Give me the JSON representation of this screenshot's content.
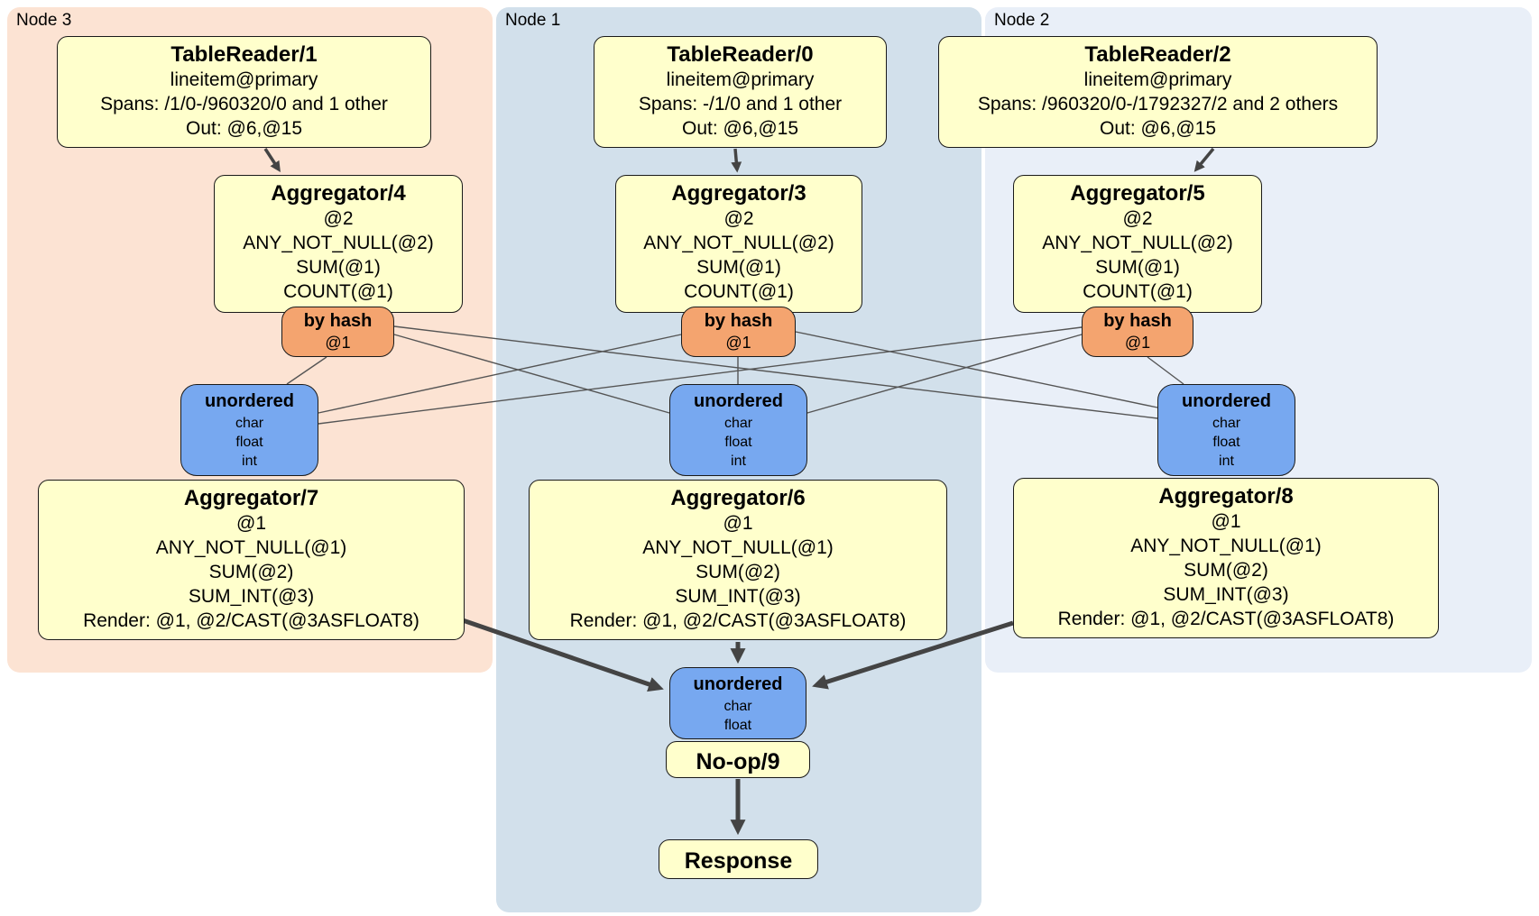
{
  "nodes": [
    {
      "label": "Node 3",
      "table_reader": {
        "title": "TableReader/1",
        "lines": [
          "lineitem@primary",
          "Spans: /1/0-/960320/0 and 1 other",
          "Out: @6,@15"
        ]
      },
      "aggregator_top": {
        "title": "Aggregator/4",
        "lines": [
          "@2",
          "ANY_NOT_NULL(@2)",
          "SUM(@1)",
          "COUNT(@1)"
        ]
      },
      "router": {
        "title": "by hash",
        "key": "@1"
      },
      "sync": {
        "title": "unordered",
        "columns": [
          "char",
          "float",
          "int"
        ]
      },
      "aggregator_bottom": {
        "title": "Aggregator/7",
        "lines": [
          "@1",
          "ANY_NOT_NULL(@1)",
          "SUM(@2)",
          "SUM_INT(@3)",
          "Render: @1, @2/CAST(@3ASFLOAT8)"
        ]
      }
    },
    {
      "label": "Node 1",
      "table_reader": {
        "title": "TableReader/0",
        "lines": [
          "lineitem@primary",
          "Spans: -/1/0 and 1 other",
          "Out: @6,@15"
        ]
      },
      "aggregator_top": {
        "title": "Aggregator/3",
        "lines": [
          "@2",
          "ANY_NOT_NULL(@2)",
          "SUM(@1)",
          "COUNT(@1)"
        ]
      },
      "router": {
        "title": "by hash",
        "key": "@1"
      },
      "sync": {
        "title": "unordered",
        "columns": [
          "char",
          "float",
          "int"
        ]
      },
      "aggregator_bottom": {
        "title": "Aggregator/6",
        "lines": [
          "@1",
          "ANY_NOT_NULL(@1)",
          "SUM(@2)",
          "SUM_INT(@3)",
          "Render: @1, @2/CAST(@3ASFLOAT8)"
        ]
      }
    },
    {
      "label": "Node 2",
      "table_reader": {
        "title": "TableReader/2",
        "lines": [
          "lineitem@primary",
          "Spans: /960320/0-/1792327/2 and 2 others",
          "Out: @6,@15"
        ]
      },
      "aggregator_top": {
        "title": "Aggregator/5",
        "lines": [
          "@2",
          "ANY_NOT_NULL(@2)",
          "SUM(@1)",
          "COUNT(@1)"
        ]
      },
      "router": {
        "title": "by hash",
        "key": "@1"
      },
      "sync": {
        "title": "unordered",
        "columns": [
          "char",
          "float",
          "int"
        ]
      },
      "aggregator_bottom": {
        "title": "Aggregator/8",
        "lines": [
          "@1",
          "ANY_NOT_NULL(@1)",
          "SUM(@2)",
          "SUM_INT(@3)",
          "Render: @1, @2/CAST(@3ASFLOAT8)"
        ]
      }
    }
  ],
  "final": {
    "sync": {
      "title": "unordered",
      "columns": [
        "char",
        "float"
      ]
    },
    "noop": {
      "title": "No-op/9"
    },
    "response": {
      "title": "Response"
    }
  },
  "colors": {
    "node3_bg": "#fce3d3",
    "node1_bg": "#d2e0eb",
    "node2_bg": "#e9eff8",
    "processor_bg": "#ffffcc",
    "router_bg": "#f4a46f",
    "sync_bg": "#77a8f0",
    "edge": "#444444"
  }
}
